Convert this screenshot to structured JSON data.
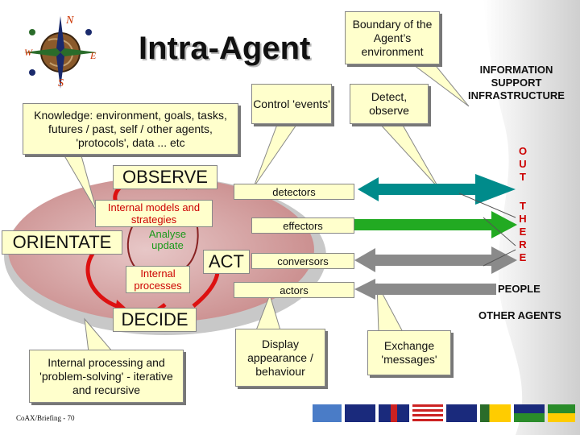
{
  "title": "Intra-Agent",
  "callouts": {
    "knowledge": "Knowledge: environment, goals, tasks, futures / past, self / other agents, 'protocols', data ... etc",
    "control_events": "Control 'events'",
    "boundary": "Boundary of the Agent’s environment",
    "detect_observe": "Detect, observe",
    "internal_processing": "Internal processing and 'problem-solving' - iterative and recursive",
    "display": "Display appearance / behaviour",
    "exchange": "Exchange 'messages'"
  },
  "loop": {
    "observe": "OBSERVE",
    "orientate": "ORIENTATE",
    "decide": "DECIDE",
    "act": "ACT"
  },
  "inner": {
    "models": "Internal models and strategies",
    "analyse": "Analyse update",
    "processes": "Internal processes"
  },
  "channels": {
    "detectors": "detectors",
    "effectors": "effectors",
    "conversors": "conversors",
    "actors": "actors"
  },
  "right": {
    "infrastructure": "INFORMATION SUPPORT INFRASTRUCTURE",
    "out": [
      "O",
      "U",
      "T"
    ],
    "there": [
      "T",
      "H",
      "E",
      "R",
      "E"
    ],
    "people": "PEOPLE",
    "other_agents": "OTHER AGENTS"
  },
  "compass": {
    "n": "N",
    "e": "E",
    "s": "S",
    "w": "W"
  },
  "footer": "CoAX/Briefing - 70",
  "colors": {
    "callout_fill": "#ffffcc",
    "red": "#dd1111",
    "pink_loop": "#c98b8b",
    "maroon": "#882222",
    "teal_arrow": "#008b8b",
    "green_arrow": "#22aa22",
    "gray_arrow": "#8a8a8a",
    "right_panel": "#d8d8d8"
  }
}
